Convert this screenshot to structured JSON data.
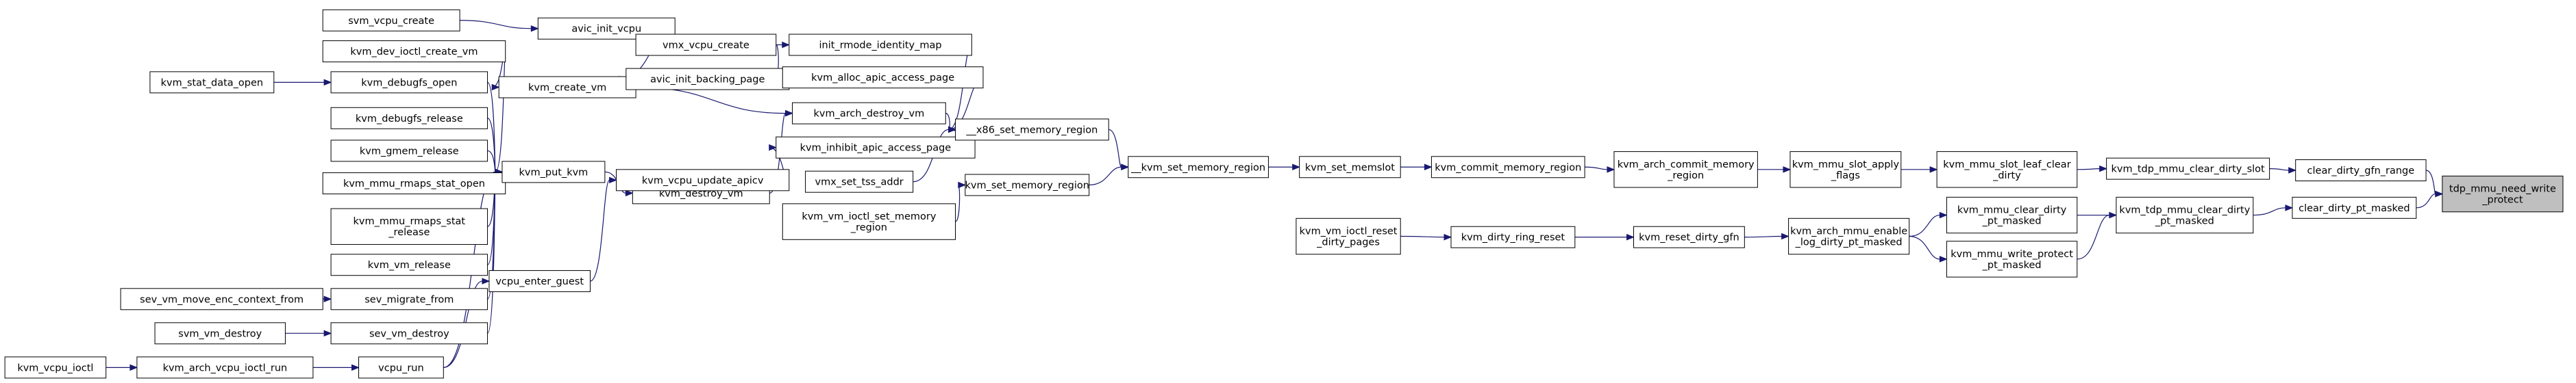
{
  "diagram": {
    "root": "n_tdp_need_write_protect",
    "nodes": [
      {
        "id": "n_svm_vcpu_create",
        "lines": [
          "svm_vcpu_create"
        ]
      },
      {
        "id": "n_avic_init_vcpu",
        "lines": [
          "avic_init_vcpu"
        ]
      },
      {
        "id": "n_kvm_dev_ioctl_create_vm",
        "lines": [
          "kvm_dev_ioctl_create_vm"
        ]
      },
      {
        "id": "n_kvm_create_vm",
        "lines": [
          "kvm_create_vm"
        ]
      },
      {
        "id": "n_vmx_vcpu_create",
        "lines": [
          "vmx_vcpu_create"
        ]
      },
      {
        "id": "n_init_rmode_identity_map",
        "lines": [
          "init_rmode_identity_map"
        ]
      },
      {
        "id": "n_avic_init_backing_page",
        "lines": [
          "avic_init_backing_page"
        ]
      },
      {
        "id": "n_kvm_alloc_apic_access_page",
        "lines": [
          "kvm_alloc_apic_access_page"
        ]
      },
      {
        "id": "n_kvm_stat_data_open",
        "lines": [
          "kvm_stat_data_open"
        ]
      },
      {
        "id": "n_kvm_debugfs_open",
        "lines": [
          "kvm_debugfs_open"
        ]
      },
      {
        "id": "n_kvm_debugfs_release",
        "lines": [
          "kvm_debugfs_release"
        ]
      },
      {
        "id": "n_kvm_gmem_release",
        "lines": [
          "kvm_gmem_release"
        ]
      },
      {
        "id": "n_kvm_mmu_rmaps_stat_open",
        "lines": [
          "kvm_mmu_rmaps_stat_open"
        ]
      },
      {
        "id": "n_kvm_mmu_rmaps_stat_release",
        "lines": [
          "kvm_mmu_rmaps_stat",
          "_release"
        ]
      },
      {
        "id": "n_kvm_vm_release",
        "lines": [
          "kvm_vm_release"
        ]
      },
      {
        "id": "n_sev_vm_move_enc_context_from",
        "lines": [
          "sev_vm_move_enc_context_from"
        ]
      },
      {
        "id": "n_sev_migrate_from",
        "lines": [
          "sev_migrate_from"
        ]
      },
      {
        "id": "n_svm_vm_destroy",
        "lines": [
          "svm_vm_destroy"
        ]
      },
      {
        "id": "n_sev_vm_destroy",
        "lines": [
          "sev_vm_destroy"
        ]
      },
      {
        "id": "n_kvm_vcpu_ioctl",
        "lines": [
          "kvm_vcpu_ioctl"
        ]
      },
      {
        "id": "n_kvm_arch_vcpu_ioctl_run",
        "lines": [
          "kvm_arch_vcpu_ioctl_run"
        ]
      },
      {
        "id": "n_vcpu_run",
        "lines": [
          "vcpu_run"
        ]
      },
      {
        "id": "n_kvm_put_kvm",
        "lines": [
          "kvm_put_kvm"
        ]
      },
      {
        "id": "n_vcpu_enter_guest",
        "lines": [
          "vcpu_enter_guest"
        ]
      },
      {
        "id": "n_kvm_destroy_vm",
        "lines": [
          "kvm_destroy_vm"
        ]
      },
      {
        "id": "n_kvm_vcpu_update_apicv",
        "lines": [
          "kvm_vcpu_update_apicv"
        ]
      },
      {
        "id": "n_kvm_arch_destroy_vm",
        "lines": [
          "kvm_arch_destroy_vm"
        ]
      },
      {
        "id": "n_kvm_inhibit_apic_access_page",
        "lines": [
          "kvm_inhibit_apic_access_page"
        ]
      },
      {
        "id": "n_vmx_set_tss_addr",
        "lines": [
          "vmx_set_tss_addr"
        ]
      },
      {
        "id": "n_kvm_vm_ioctl_set_memory_region",
        "lines": [
          "kvm_vm_ioctl_set_memory",
          "_region"
        ]
      },
      {
        "id": "n_x86_set_memory_region",
        "lines": [
          "__x86_set_memory_region"
        ]
      },
      {
        "id": "n_kvm_set_memory_region",
        "lines": [
          "kvm_set_memory_region"
        ]
      },
      {
        "id": "n___kvm_set_memory_region",
        "lines": [
          "__kvm_set_memory_region"
        ]
      },
      {
        "id": "n_kvm_set_memslot",
        "lines": [
          "kvm_set_memslot"
        ]
      },
      {
        "id": "n_kvm_commit_memory_region",
        "lines": [
          "kvm_commit_memory_region"
        ]
      },
      {
        "id": "n_kvm_arch_commit_memory_region",
        "lines": [
          "kvm_arch_commit_memory",
          "_region"
        ]
      },
      {
        "id": "n_kvm_mmu_slot_apply_flags",
        "lines": [
          "kvm_mmu_slot_apply",
          "_flags"
        ]
      },
      {
        "id": "n_kvm_mmu_slot_leaf_clear_dirty",
        "lines": [
          "kvm_mmu_slot_leaf_clear",
          "_dirty"
        ]
      },
      {
        "id": "n_kvm_tdp_mmu_clear_dirty_slot",
        "lines": [
          "kvm_tdp_mmu_clear_dirty_slot"
        ]
      },
      {
        "id": "n_clear_dirty_gfn_range",
        "lines": [
          "clear_dirty_gfn_range"
        ]
      },
      {
        "id": "n_kvm_vm_ioctl_reset_dirty_pages",
        "lines": [
          "kvm_vm_ioctl_reset",
          "_dirty_pages"
        ]
      },
      {
        "id": "n_kvm_dirty_ring_reset",
        "lines": [
          "kvm_dirty_ring_reset"
        ]
      },
      {
        "id": "n_kvm_reset_dirty_gfn",
        "lines": [
          "kvm_reset_dirty_gfn"
        ]
      },
      {
        "id": "n_kvm_arch_mmu_enable_log_dirty_pt_masked",
        "lines": [
          "kvm_arch_mmu_enable",
          "_log_dirty_pt_masked"
        ]
      },
      {
        "id": "n_kvm_mmu_clear_dirty_pt_masked",
        "lines": [
          "kvm_mmu_clear_dirty",
          "_pt_masked"
        ]
      },
      {
        "id": "n_kvm_mmu_write_protect_pt_masked",
        "lines": [
          "kvm_mmu_write_protect",
          "_pt_masked"
        ]
      },
      {
        "id": "n_kvm_tdp_mmu_clear_dirty_pt_masked",
        "lines": [
          "kvm_tdp_mmu_clear_dirty",
          "_pt_masked"
        ]
      },
      {
        "id": "n_clear_dirty_pt_masked",
        "lines": [
          "clear_dirty_pt_masked"
        ]
      },
      {
        "id": "n_tdp_need_write_protect",
        "lines": [
          "tdp_mmu_need_write",
          "_protect"
        ]
      }
    ],
    "edges": [
      [
        "n_svm_vcpu_create",
        "n_avic_init_vcpu"
      ],
      [
        "n_avic_init_vcpu",
        "n_avic_init_backing_page"
      ],
      [
        "n_kvm_dev_ioctl_create_vm",
        "n_kvm_create_vm"
      ],
      [
        "n_kvm_dev_ioctl_create_vm",
        "n_kvm_put_kvm"
      ],
      [
        "n_kvm_create_vm",
        "n_kvm_arch_destroy_vm"
      ],
      [
        "n_vmx_vcpu_create",
        "n_init_rmode_identity_map"
      ],
      [
        "n_vmx_vcpu_create",
        "n_kvm_alloc_apic_access_page"
      ],
      [
        "n_avic_init_backing_page",
        "n_kvm_alloc_apic_access_page"
      ],
      [
        "n_init_rmode_identity_map",
        "n_x86_set_memory_region"
      ],
      [
        "n_kvm_alloc_apic_access_page",
        "n_x86_set_memory_region"
      ],
      [
        "n_kvm_stat_data_open",
        "n_kvm_debugfs_open"
      ],
      [
        "n_kvm_debugfs_open",
        "n_kvm_put_kvm"
      ],
      [
        "n_kvm_debugfs_release",
        "n_kvm_put_kvm"
      ],
      [
        "n_kvm_gmem_release",
        "n_kvm_put_kvm"
      ],
      [
        "n_kvm_mmu_rmaps_stat_open",
        "n_kvm_put_kvm"
      ],
      [
        "n_kvm_mmu_rmaps_stat_release",
        "n_kvm_put_kvm"
      ],
      [
        "n_kvm_vm_release",
        "n_kvm_put_kvm"
      ],
      [
        "n_sev_vm_move_enc_context_from",
        "n_sev_migrate_from"
      ],
      [
        "n_sev_migrate_from",
        "n_kvm_put_kvm"
      ],
      [
        "n_svm_vm_destroy",
        "n_sev_vm_destroy"
      ],
      [
        "n_sev_vm_destroy",
        "n_kvm_put_kvm"
      ],
      [
        "n_kvm_vcpu_ioctl",
        "n_kvm_arch_vcpu_ioctl_run"
      ],
      [
        "n_kvm_arch_vcpu_ioctl_run",
        "n_vcpu_run"
      ],
      [
        "n_vcpu_run",
        "n_kvm_put_kvm"
      ],
      [
        "n_vcpu_run",
        "n_vcpu_enter_guest"
      ],
      [
        "n_vcpu_enter_guest",
        "n_kvm_vcpu_update_apicv"
      ],
      [
        "n_kvm_put_kvm",
        "n_kvm_destroy_vm"
      ],
      [
        "n_kvm_destroy_vm",
        "n_kvm_arch_destroy_vm"
      ],
      [
        "n_kvm_vcpu_update_apicv",
        "n_kvm_inhibit_apic_access_page"
      ],
      [
        "n_kvm_arch_destroy_vm",
        "n_x86_set_memory_region"
      ],
      [
        "n_kvm_inhibit_apic_access_page",
        "n_x86_set_memory_region"
      ],
      [
        "n_vmx_set_tss_addr",
        "n_x86_set_memory_region"
      ],
      [
        "n_kvm_vm_ioctl_set_memory_region",
        "n_kvm_set_memory_region"
      ],
      [
        "n_x86_set_memory_region",
        "n___kvm_set_memory_region"
      ],
      [
        "n_kvm_set_memory_region",
        "n___kvm_set_memory_region"
      ],
      [
        "n___kvm_set_memory_region",
        "n_kvm_set_memslot"
      ],
      [
        "n_kvm_set_memslot",
        "n_kvm_commit_memory_region"
      ],
      [
        "n_kvm_commit_memory_region",
        "n_kvm_arch_commit_memory_region"
      ],
      [
        "n_kvm_arch_commit_memory_region",
        "n_kvm_mmu_slot_apply_flags"
      ],
      [
        "n_kvm_mmu_slot_apply_flags",
        "n_kvm_mmu_slot_leaf_clear_dirty"
      ],
      [
        "n_kvm_mmu_slot_leaf_clear_dirty",
        "n_kvm_tdp_mmu_clear_dirty_slot"
      ],
      [
        "n_kvm_tdp_mmu_clear_dirty_slot",
        "n_clear_dirty_gfn_range"
      ],
      [
        "n_clear_dirty_gfn_range",
        "n_tdp_need_write_protect"
      ],
      [
        "n_kvm_vm_ioctl_reset_dirty_pages",
        "n_kvm_dirty_ring_reset"
      ],
      [
        "n_kvm_dirty_ring_reset",
        "n_kvm_reset_dirty_gfn"
      ],
      [
        "n_kvm_reset_dirty_gfn",
        "n_kvm_arch_mmu_enable_log_dirty_pt_masked"
      ],
      [
        "n_kvm_arch_mmu_enable_log_dirty_pt_masked",
        "n_kvm_mmu_clear_dirty_pt_masked"
      ],
      [
        "n_kvm_arch_mmu_enable_log_dirty_pt_masked",
        "n_kvm_mmu_write_protect_pt_masked"
      ],
      [
        "n_kvm_mmu_clear_dirty_pt_masked",
        "n_kvm_tdp_mmu_clear_dirty_pt_masked"
      ],
      [
        "n_kvm_mmu_write_protect_pt_masked",
        "n_kvm_tdp_mmu_clear_dirty_pt_masked"
      ],
      [
        "n_kvm_tdp_mmu_clear_dirty_pt_masked",
        "n_clear_dirty_pt_masked"
      ],
      [
        "n_clear_dirty_pt_masked",
        "n_tdp_need_write_protect"
      ]
    ],
    "colors": {
      "edge": "#191970",
      "root_fill": "#bfbfbf",
      "node_fill": "#ffffff",
      "node_border": "#000000"
    }
  }
}
